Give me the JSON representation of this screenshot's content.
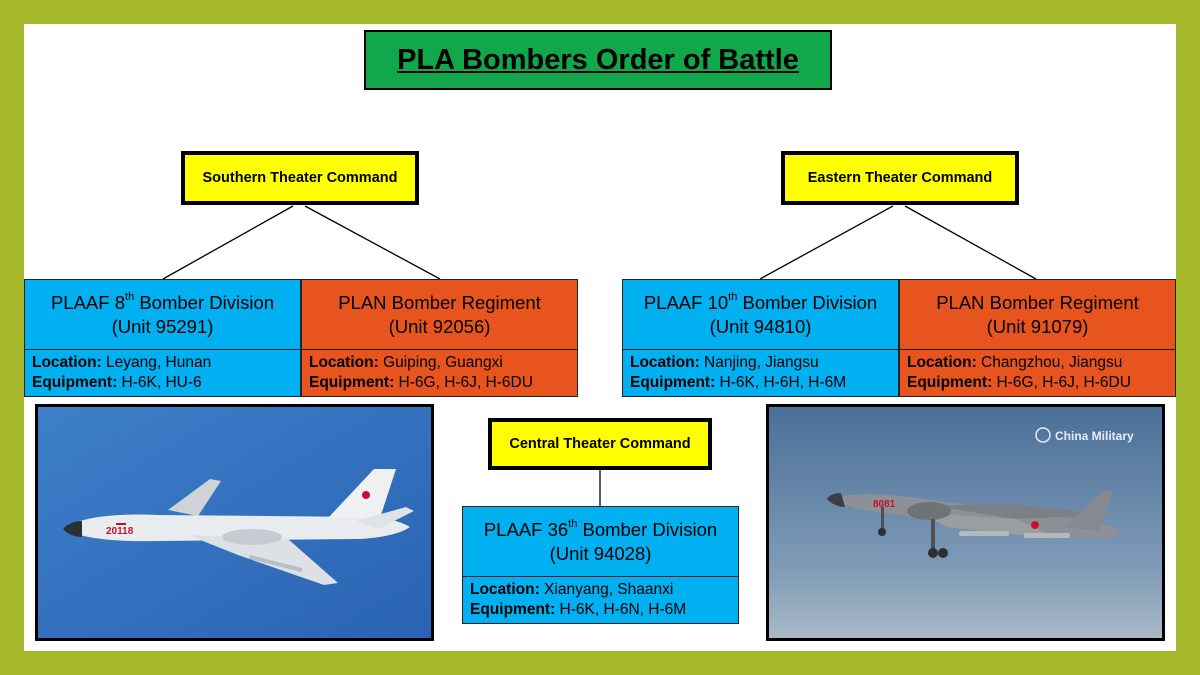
{
  "title": "PLA Bombers Order of Battle",
  "commands": {
    "southern": "Southern Theater Command",
    "eastern": "Eastern Theater Command",
    "central": "Central Theater Command"
  },
  "units": {
    "s1": {
      "name_pre": "PLAAF 8",
      "sup": "th",
      "name_post": " Bomber Division",
      "code": "(Unit 95291)",
      "loc_label": "Location:",
      "loc": " Leyang, Hunan",
      "eq_label": "Equipment:",
      "eq": " H-6K, HU-6"
    },
    "s2": {
      "name": "PLAN Bomber Regiment",
      "code": "(Unit 92056)",
      "loc_label": "Location:",
      "loc": " Guiping, Guangxi",
      "eq_label": "Equipment:",
      "eq": " H-6G, H-6J, H-6DU"
    },
    "e1": {
      "name_pre": "PLAAF 10",
      "sup": "th",
      "name_post": " Bomber Division",
      "code": "(Unit 94810)",
      "loc_label": "Location:",
      "loc": " Nanjing, Jiangsu",
      "eq_label": "Equipment:",
      "eq": " H-6K, H-6H, H-6M"
    },
    "e2": {
      "name": "PLAN Bomber Regiment",
      "code": "(Unit 91079)",
      "loc_label": "Location:",
      "loc": " Changzhou, Jiangsu",
      "eq_label": "Equipment:",
      "eq": " H-6G, H-6J, H-6DU"
    },
    "c1": {
      "name_pre": "PLAAF 36",
      "sup": "th",
      "name_post": " Bomber Division",
      "code": "(Unit 94028)",
      "loc_label": "Location:",
      "loc": " Xianyang, Shaanxi",
      "eq_label": "Equipment:",
      "eq": " H-6K, H-6N, H-6M"
    }
  },
  "photos": {
    "left_tail_number": "20118",
    "right_tail_number": "8081",
    "right_watermark": "China Military"
  },
  "colors": {
    "frame": "#a5b82a",
    "title_bg": "#10a84a",
    "command_bg": "#ffff00",
    "plaaf_unit": "#00b0f0",
    "plan_unit": "#e8541e"
  }
}
